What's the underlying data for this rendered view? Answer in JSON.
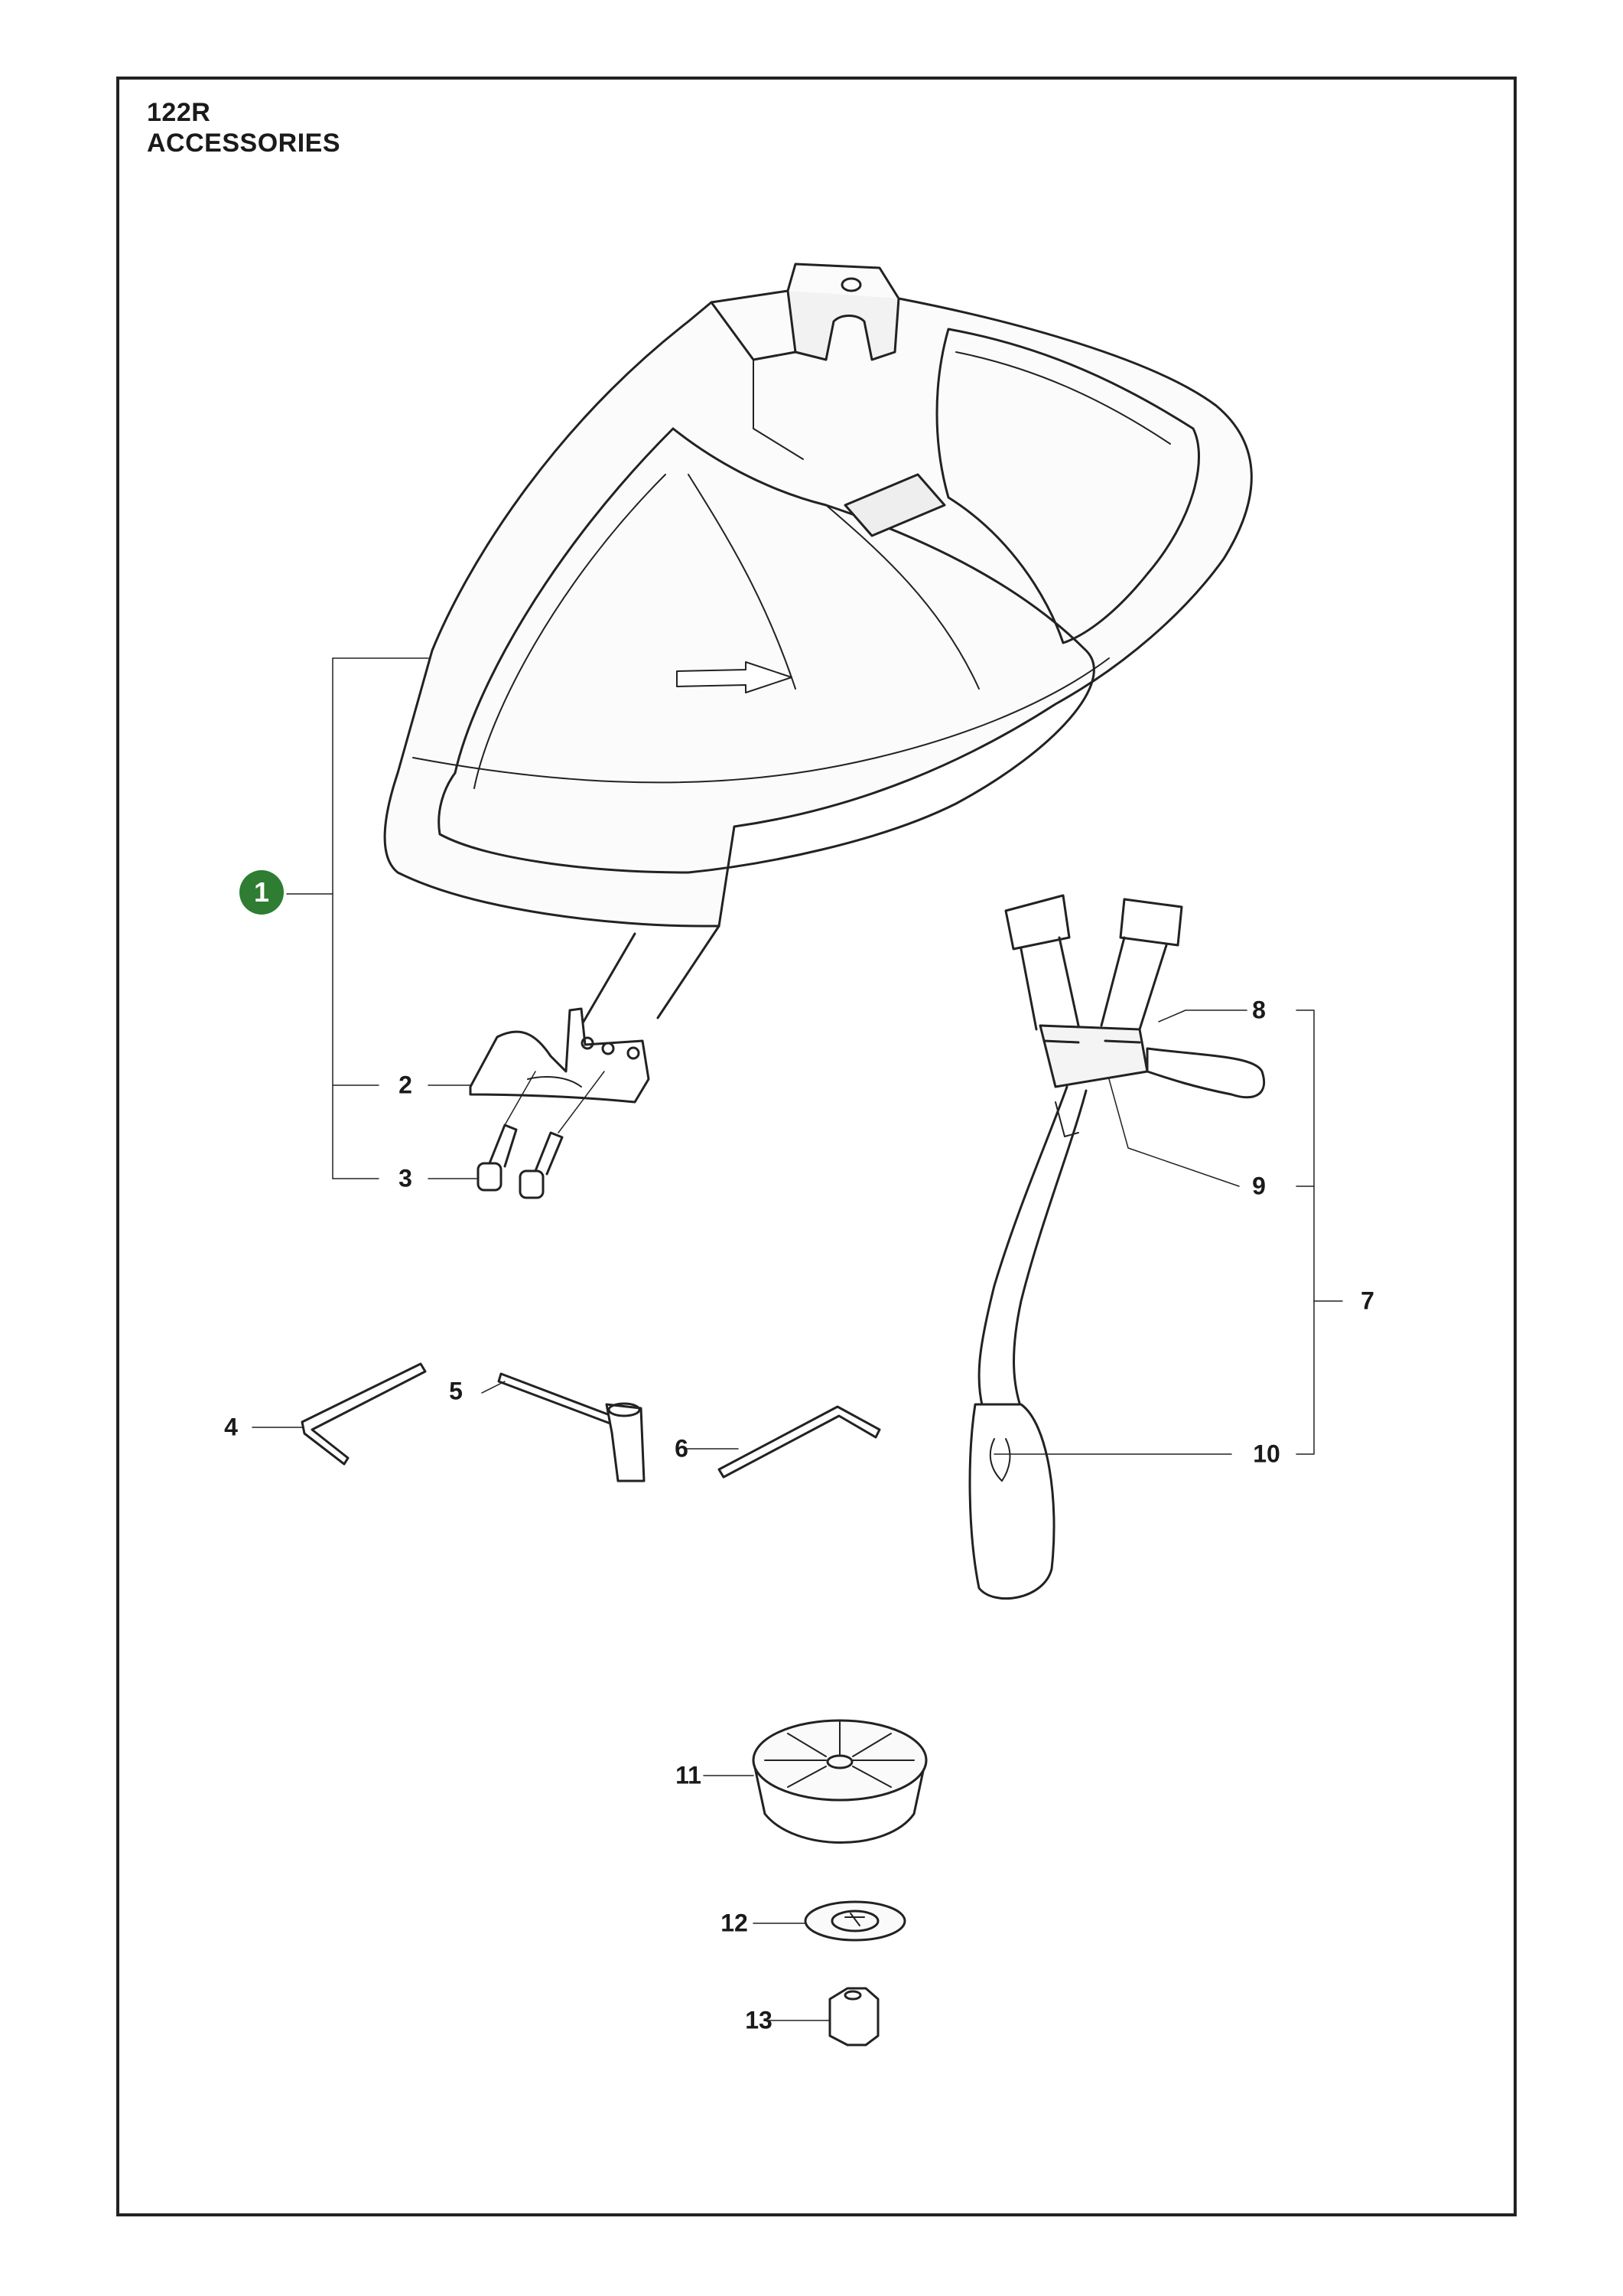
{
  "header": {
    "model": "122R",
    "section": "ACCESSORIES"
  },
  "highlight_color": "#2e7d32",
  "callouts": {
    "c1": "1",
    "c2": "2",
    "c3": "3",
    "c4": "4",
    "c5": "5",
    "c6": "6",
    "c7": "7",
    "c8": "8",
    "c9": "9",
    "c10": "10",
    "c11": "11",
    "c12": "12",
    "c13": "13"
  },
  "parts": [
    {
      "ref": "1",
      "depicts": "trimmer-guard-kit"
    },
    {
      "ref": "2",
      "depicts": "guard-bracket"
    },
    {
      "ref": "3",
      "depicts": "screws"
    },
    {
      "ref": "4",
      "depicts": "hex-key-short"
    },
    {
      "ref": "5",
      "depicts": "socket-wrench"
    },
    {
      "ref": "6",
      "depicts": "hex-key-long"
    },
    {
      "ref": "7",
      "depicts": "harness-kit"
    },
    {
      "ref": "8",
      "depicts": "harness-buckle"
    },
    {
      "ref": "9",
      "depicts": "harness-strap"
    },
    {
      "ref": "10",
      "depicts": "hook-pad"
    },
    {
      "ref": "11",
      "depicts": "support-cup"
    },
    {
      "ref": "12",
      "depicts": "washer"
    },
    {
      "ref": "13",
      "depicts": "lock-nut"
    }
  ]
}
